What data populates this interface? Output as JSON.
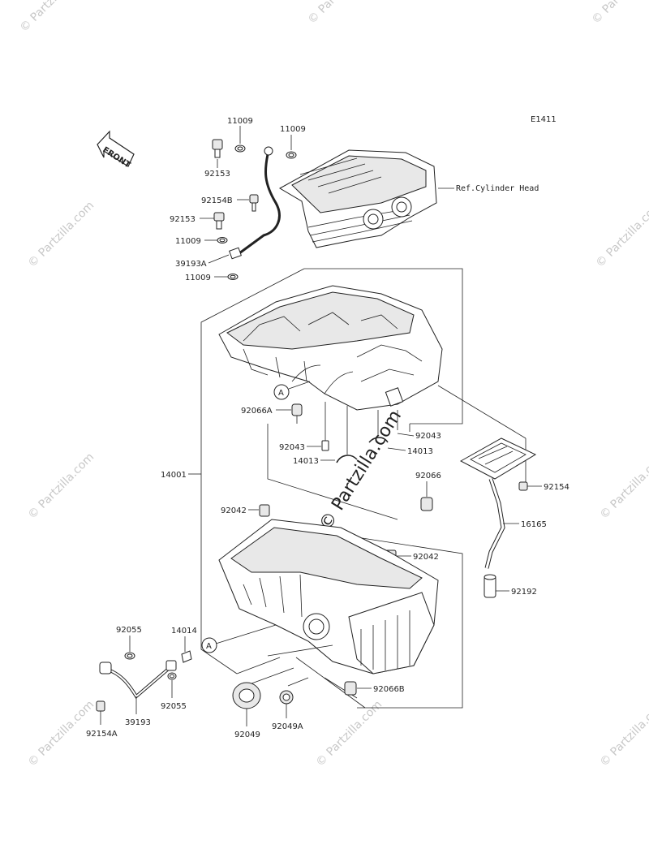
{
  "diagram_code": "E1411",
  "front_label": "FRONT",
  "ref_label": "Ref.Cylinder Head",
  "watermark": "© Partzilla.com",
  "callouts": [
    {
      "id": "11009-top-left",
      "text": "11009"
    },
    {
      "id": "11009-top-right",
      "text": "11009"
    },
    {
      "id": "92153-top",
      "text": "92153"
    },
    {
      "id": "92154B",
      "text": "92154B"
    },
    {
      "id": "92153-mid",
      "text": "92153"
    },
    {
      "id": "11009-mid",
      "text": "11009"
    },
    {
      "id": "39193A",
      "text": "39193A"
    },
    {
      "id": "11009-low",
      "text": "11009"
    },
    {
      "id": "92066A",
      "text": "92066A"
    },
    {
      "id": "92043-right",
      "text": "92043"
    },
    {
      "id": "92043-left",
      "text": "92043"
    },
    {
      "id": "14013-right",
      "text": "14013"
    },
    {
      "id": "14013-left",
      "text": "14013"
    },
    {
      "id": "14001",
      "text": "14001"
    },
    {
      "id": "92066",
      "text": "92066"
    },
    {
      "id": "92154-right",
      "text": "92154"
    },
    {
      "id": "92042-left",
      "text": "92042"
    },
    {
      "id": "16165",
      "text": "16165"
    },
    {
      "id": "92042-right",
      "text": "92042"
    },
    {
      "id": "92192",
      "text": "92192"
    },
    {
      "id": "92055-left",
      "text": "92055"
    },
    {
      "id": "14014",
      "text": "14014"
    },
    {
      "id": "92055-right",
      "text": "92055"
    },
    {
      "id": "39193",
      "text": "39193"
    },
    {
      "id": "92154A",
      "text": "92154A"
    },
    {
      "id": "92049",
      "text": "92049"
    },
    {
      "id": "92049A",
      "text": "92049A"
    },
    {
      "id": "92066B",
      "text": "92066B"
    }
  ],
  "markers": [
    {
      "id": "marker-a-upper",
      "text": "A"
    },
    {
      "id": "marker-a-lower",
      "text": "A"
    }
  ]
}
